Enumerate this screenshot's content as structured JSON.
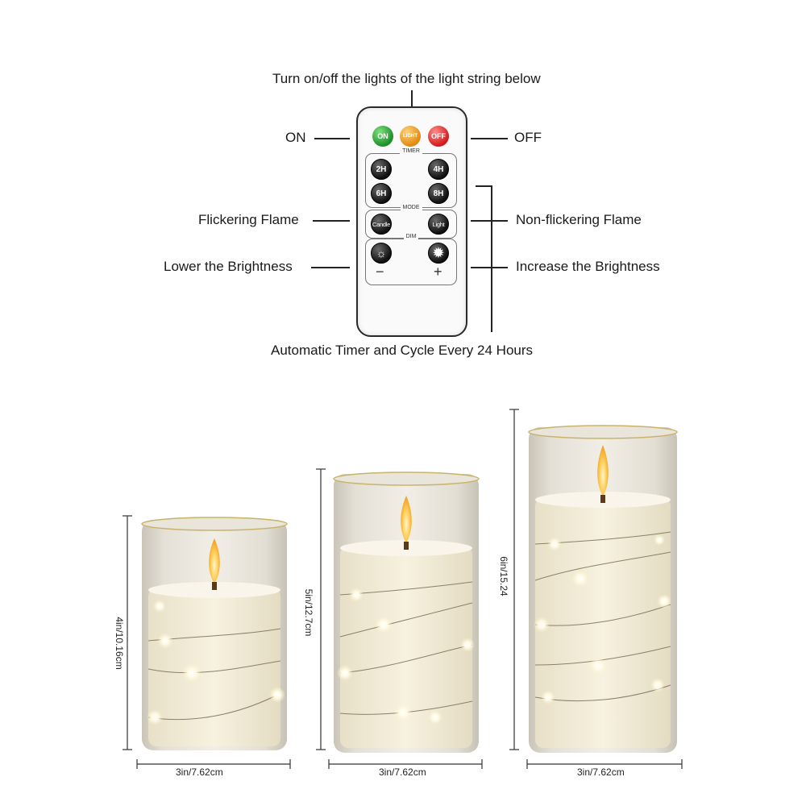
{
  "remote": {
    "top_caption": "Turn on/off the lights of the light string below",
    "bottom_caption": "Automatic Timer and Cycle Every 24 Hours",
    "labels": {
      "on": "ON",
      "off": "OFF",
      "flicker": "Flickering Flame",
      "nonflicker": "Non-flickering Flame",
      "lower": "Lower the Brightness",
      "increase": "Increase the Brightness"
    },
    "buttons": {
      "on": "ON",
      "light": "LIGHT",
      "off": "OFF",
      "h2": "2H",
      "h4": "4H",
      "h6": "6H",
      "h8": "8H",
      "candle": "Candle",
      "light_mode": "Light",
      "minus": "−",
      "plus": "+"
    },
    "groups": {
      "timer": "TIMER",
      "mode": "MODE",
      "dim": "DIM"
    }
  },
  "candles": [
    {
      "height": "4in/10.16cm",
      "width": "3in/7.62cm"
    },
    {
      "height": "5in/12.7cm",
      "width": "3in/7.62cm"
    },
    {
      "height": "6in/15.24",
      "width": "3in/7.62cm"
    }
  ]
}
